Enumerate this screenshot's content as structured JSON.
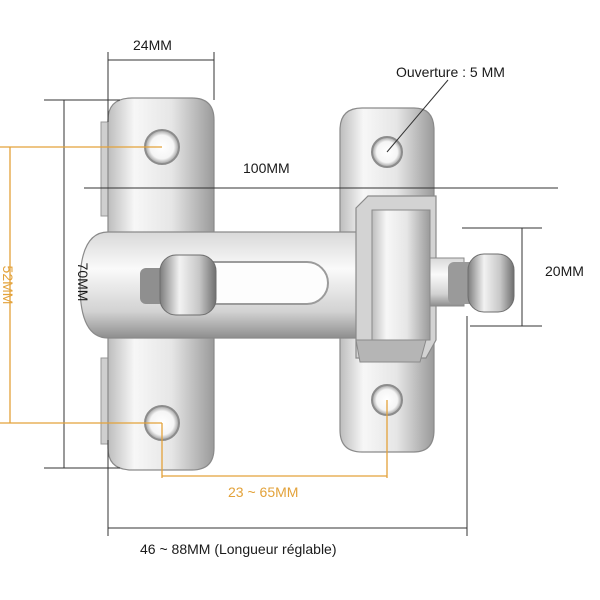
{
  "labels": {
    "width_top": "24MM",
    "opening": "Ouverture : 5 MM",
    "length_total": "100MM",
    "height_total": "70MM",
    "hole_spacing": "52MM",
    "bolt_height": "20MM",
    "center_adjust": "23 ~ 65MM",
    "adjustable_length": "46 ~ 88MM (Longueur réglable)"
  },
  "colors": {
    "accent": "#e3a23a",
    "dimension_line": "#333333",
    "metal_light": "#f4f4f4",
    "metal_dark": "#8a8a8a"
  }
}
